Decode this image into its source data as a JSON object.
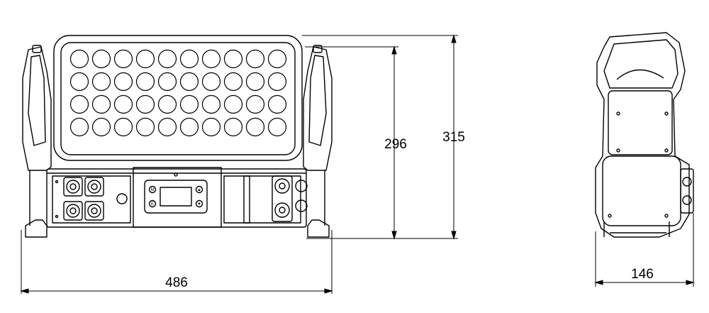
{
  "dimensions": {
    "width_front": "486",
    "height_body": "296",
    "height_total": "315",
    "depth_side": "146"
  },
  "control_panel": {
    "button_top_left": "M",
    "button_top_right": "▲",
    "button_bottom_left": "E",
    "button_bottom_right": "▼"
  },
  "led_grid": {
    "rows": 4,
    "cols": 10
  }
}
